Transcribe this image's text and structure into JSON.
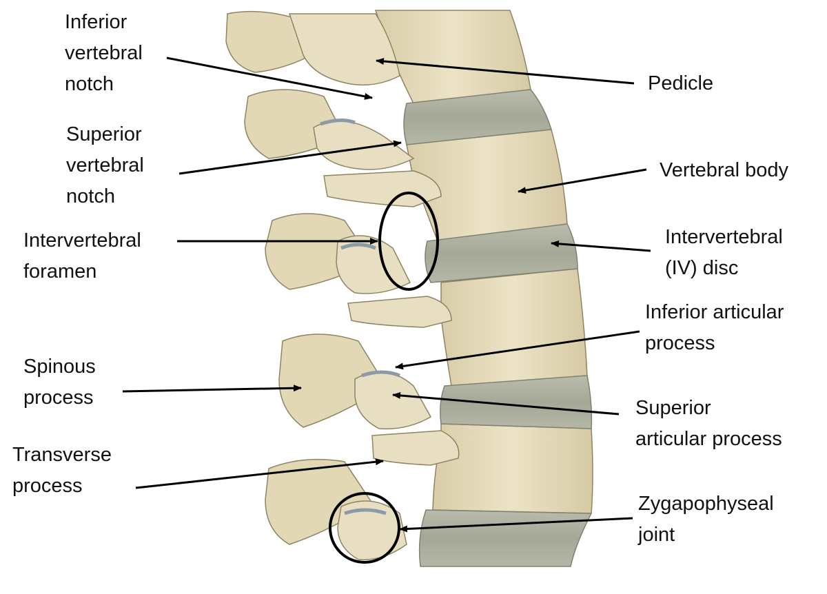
{
  "colors": {
    "bone": "#e6dcbd",
    "bone_shadow": "#c9bd98",
    "bone_outline": "#8e8462",
    "disc": "#aeb1a0",
    "disc_light": "#c2c5b4",
    "disc_outline": "#7e8272",
    "cartilage": "#9aa4ae",
    "ink": "#000000"
  },
  "labels": {
    "inferior_vertebral_notch": [
      "Inferior",
      "vertebral",
      "notch"
    ],
    "superior_vertebral_notch": [
      "Superior",
      "vertebral",
      "notch"
    ],
    "intervertebral_foramen": [
      "Intervertebral",
      "foramen"
    ],
    "spinous_process": [
      "Spinous",
      "process"
    ],
    "transverse_process": [
      "Transverse",
      "process"
    ],
    "pedicle": [
      "Pedicle"
    ],
    "vertebral_body": [
      "Vertebral body"
    ],
    "intervertebral_disc": [
      "Intervertebral",
      "(IV) disc"
    ],
    "inferior_articular_process": [
      "Inferior articular",
      "process"
    ],
    "superior_articular_process": [
      "Superior",
      "articular process"
    ],
    "zygapophyseal_joint": [
      "Zygapophyseal",
      "joint"
    ]
  }
}
